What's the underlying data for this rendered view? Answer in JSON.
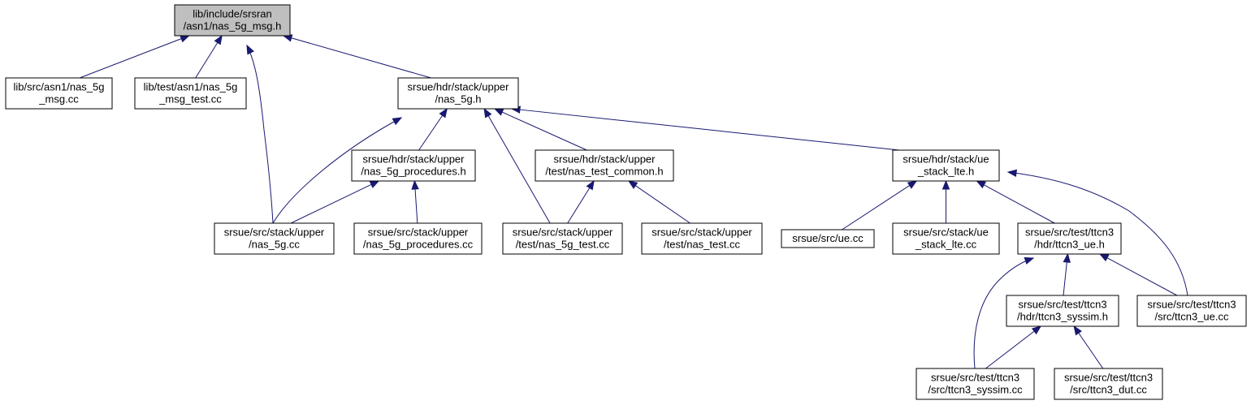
{
  "diagram": {
    "type": "include-dependency-graph",
    "colors": {
      "edge": "#191970",
      "root_fill": "#bfbfbf",
      "node_fill": "#ffffff",
      "border": "#000000"
    },
    "nodes": [
      {
        "id": "n0",
        "name": "node-nas-5g-msg-h",
        "lines": [
          "lib/include/srsran",
          "/asn1/nas_5g_msg.h"
        ],
        "root": true
      },
      {
        "id": "n1",
        "name": "node-nas-5g-msg-cc",
        "lines": [
          "lib/src/asn1/nas_5g",
          "_msg.cc"
        ]
      },
      {
        "id": "n2",
        "name": "node-nas-5g-msg-test-cc",
        "lines": [
          "lib/test/asn1/nas_5g",
          "_msg_test.cc"
        ]
      },
      {
        "id": "n3",
        "name": "node-nas-5g-h",
        "lines": [
          "srsue/hdr/stack/upper",
          "/nas_5g.h"
        ]
      },
      {
        "id": "n4",
        "name": "node-nas-5g-cc",
        "lines": [
          "srsue/src/stack/upper",
          "/nas_5g.cc"
        ]
      },
      {
        "id": "n5",
        "name": "node-nas-5g-procedures-h",
        "lines": [
          "srsue/hdr/stack/upper",
          "/nas_5g_procedures.h"
        ]
      },
      {
        "id": "n6",
        "name": "node-nas-5g-procedures-cc",
        "lines": [
          "srsue/src/stack/upper",
          "/nas_5g_procedures.cc"
        ]
      },
      {
        "id": "n7",
        "name": "node-nas-test-common-h",
        "lines": [
          "srsue/hdr/stack/upper",
          "/test/nas_test_common.h"
        ]
      },
      {
        "id": "n8",
        "name": "node-nas-5g-test-cc",
        "lines": [
          "srsue/src/stack/upper",
          "/test/nas_5g_test.cc"
        ]
      },
      {
        "id": "n9",
        "name": "node-nas-test-cc",
        "lines": [
          "srsue/src/stack/upper",
          "/test/nas_test.cc"
        ]
      },
      {
        "id": "n10",
        "name": "node-ue-stack-lte-h",
        "lines": [
          "srsue/hdr/stack/ue",
          "_stack_lte.h"
        ]
      },
      {
        "id": "n11",
        "name": "node-ue-cc",
        "lines": [
          "srsue/src/ue.cc"
        ]
      },
      {
        "id": "n12",
        "name": "node-ue-stack-lte-cc",
        "lines": [
          "srsue/src/stack/ue",
          "_stack_lte.cc"
        ]
      },
      {
        "id": "n13",
        "name": "node-ttcn3-ue-h",
        "lines": [
          "srsue/src/test/ttcn3",
          "/hdr/ttcn3_ue.h"
        ]
      },
      {
        "id": "n14",
        "name": "node-ttcn3-syssim-h",
        "lines": [
          "srsue/src/test/ttcn3",
          "/hdr/ttcn3_syssim.h"
        ]
      },
      {
        "id": "n15",
        "name": "node-ttcn3-ue-cc",
        "lines": [
          "srsue/src/test/ttcn3",
          "/src/ttcn3_ue.cc"
        ]
      },
      {
        "id": "n16",
        "name": "node-ttcn3-syssim-cc",
        "lines": [
          "srsue/src/test/ttcn3",
          "/src/ttcn3_syssim.cc"
        ]
      },
      {
        "id": "n17",
        "name": "node-ttcn3-dut-cc",
        "lines": [
          "srsue/src/test/ttcn3",
          "/src/ttcn3_dut.cc"
        ]
      }
    ],
    "edges": [
      {
        "from": "n1",
        "to": "n0"
      },
      {
        "from": "n2",
        "to": "n0"
      },
      {
        "from": "n4",
        "to": "n0"
      },
      {
        "from": "n3",
        "to": "n0"
      },
      {
        "from": "n4",
        "to": "n3"
      },
      {
        "from": "n5",
        "to": "n3"
      },
      {
        "from": "n8",
        "to": "n3"
      },
      {
        "from": "n7",
        "to": "n3"
      },
      {
        "from": "n10",
        "to": "n3"
      },
      {
        "from": "n4",
        "to": "n5"
      },
      {
        "from": "n6",
        "to": "n5"
      },
      {
        "from": "n8",
        "to": "n7"
      },
      {
        "from": "n9",
        "to": "n7"
      },
      {
        "from": "n11",
        "to": "n10"
      },
      {
        "from": "n12",
        "to": "n10"
      },
      {
        "from": "n13",
        "to": "n10"
      },
      {
        "from": "n15",
        "to": "n10"
      },
      {
        "from": "n16",
        "to": "n13"
      },
      {
        "from": "n14",
        "to": "n13"
      },
      {
        "from": "n15",
        "to": "n13"
      },
      {
        "from": "n16",
        "to": "n14"
      },
      {
        "from": "n17",
        "to": "n14"
      }
    ]
  }
}
